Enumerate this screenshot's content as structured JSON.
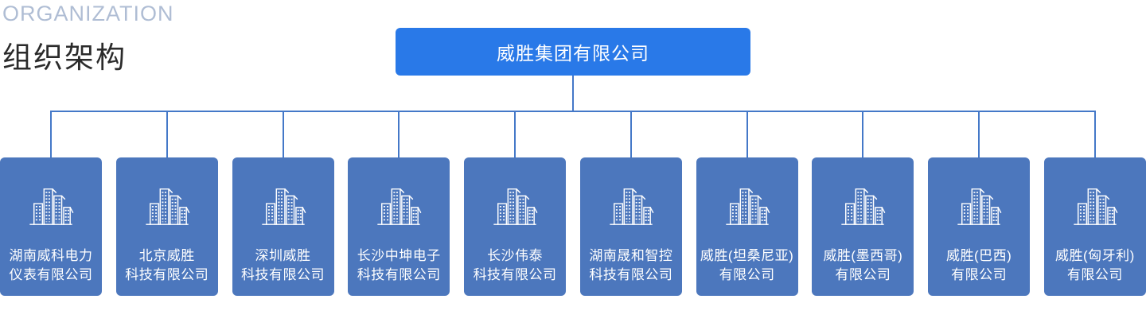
{
  "header": {
    "eyebrow": "ORGANIZATION",
    "title": "组织架构"
  },
  "org_chart": {
    "root": {
      "label": "威胜集团有限公司"
    },
    "subsidiaries": [
      {
        "line1": "湖南威科电力",
        "line2": "仪表有限公司"
      },
      {
        "line1": "北京威胜",
        "line2": "科技有限公司"
      },
      {
        "line1": "深圳威胜",
        "line2": "科技有限公司"
      },
      {
        "line1": "长沙中坤电子",
        "line2": "科技有限公司"
      },
      {
        "line1": "长沙伟泰",
        "line2": "科技有限公司"
      },
      {
        "line1": "湖南晟和智控",
        "line2": "科技有限公司"
      },
      {
        "line1": "威胜(坦桑尼亚)",
        "line2": "有限公司"
      },
      {
        "line1": "威胜(墨西哥)",
        "line2": "有限公司"
      },
      {
        "line1": "威胜(巴西)",
        "line2": "有限公司"
      },
      {
        "line1": "威胜(匈牙利)",
        "line2": "有限公司"
      }
    ]
  },
  "icons": {
    "subsidiary_icon": "buildings-icon"
  },
  "colors": {
    "root_bg": "#2979E8",
    "card_bg": "#4C77BD",
    "connector_color": "#4478C8",
    "eyebrow_color": "#AFBDD4",
    "title_color": "#2B2B2B"
  }
}
